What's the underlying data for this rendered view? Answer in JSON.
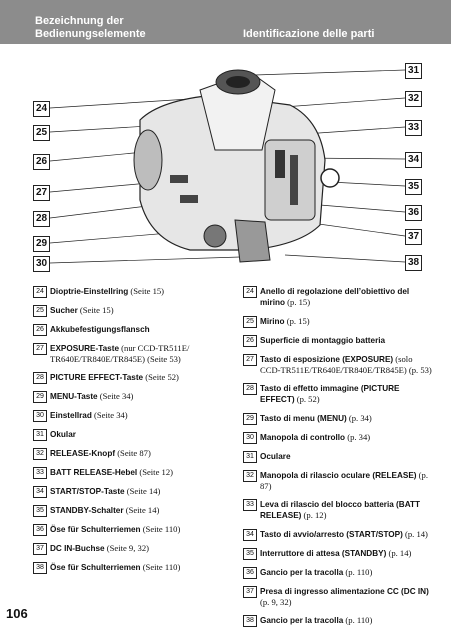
{
  "header": {
    "left_line1": "Bezeichnung der",
    "left_line2": "Bedienungselemente",
    "right": "Identificazione delle parti"
  },
  "figure": {
    "callouts_left": [
      "24",
      "25",
      "26",
      "27",
      "28",
      "29",
      "30"
    ],
    "callouts_right": [
      "31",
      "32",
      "33",
      "34",
      "35",
      "36",
      "37",
      "38"
    ]
  },
  "left_items": [
    {
      "n": "24",
      "bold": "Dioptrie-Einstellring",
      "rest": " (Seite 15)"
    },
    {
      "n": "25",
      "bold": "Sucher",
      "rest": " (Seite 15)"
    },
    {
      "n": "26",
      "bold": "Akkubefestigungsflansch",
      "rest": ""
    },
    {
      "n": "27",
      "bold": "EXPOSURE-Taste",
      "rest": " (nur CCD-TR511E/ TR640E/TR840E/TR845E) (Seite 53)"
    },
    {
      "n": "28",
      "bold": "PICTURE EFFECT-Taste",
      "rest": " (Seite 52)"
    },
    {
      "n": "29",
      "bold": "MENU-Taste",
      "rest": " (Seite 34)"
    },
    {
      "n": "30",
      "bold": "Einstellrad",
      "rest": " (Seite 34)"
    },
    {
      "n": "31",
      "bold": "Okular",
      "rest": ""
    },
    {
      "n": "32",
      "bold": "RELEASE-Knopf",
      "rest": " (Seite 87)"
    },
    {
      "n": "33",
      "bold": "BATT RELEASE-Hebel",
      "rest": " (Seite 12)"
    },
    {
      "n": "34",
      "bold": "START/STOP-Taste",
      "rest": " (Seite 14)"
    },
    {
      "n": "35",
      "bold": "STANDBY-Schalter",
      "rest": " (Seite 14)"
    },
    {
      "n": "36",
      "bold": "Öse für Schulterriemen",
      "rest": " (Seite 110)"
    },
    {
      "n": "37",
      "bold": "DC IN-Buchse",
      "rest": " (Seite 9, 32)"
    },
    {
      "n": "38",
      "bold": "Öse für Schulterriemen",
      "rest": " (Seite 110)"
    }
  ],
  "right_items": [
    {
      "n": "24",
      "bold": "Anello di regolazione dell’obiettivo del mirino",
      "rest": " (p. 15)"
    },
    {
      "n": "25",
      "bold": "Mirino",
      "rest": " (p. 15)"
    },
    {
      "n": "26",
      "bold": "Superficie di montaggio batteria",
      "rest": ""
    },
    {
      "n": "27",
      "bold": "Tasto di esposizione (EXPOSURE)",
      "rest": " (solo CCD-TR511E/TR640E/TR840E/TR845E) (p. 53)"
    },
    {
      "n": "28",
      "bold": "Tasto di effetto immagine (PICTURE EFFECT)",
      "rest": " (p. 52)"
    },
    {
      "n": "29",
      "bold": "Tasto di menu (MENU)",
      "rest": " (p. 34)"
    },
    {
      "n": "30",
      "bold": "Manopola di controllo",
      "rest": " (p. 34)"
    },
    {
      "n": "31",
      "bold": "Oculare",
      "rest": ""
    },
    {
      "n": "32",
      "bold": "Manopola di rilascio oculare (RELEASE)",
      "rest": " (p. 87)"
    },
    {
      "n": "33",
      "bold": "Leva di rilascio del blocco batteria (BATT RELEASE)",
      "rest": " (p. 12)"
    },
    {
      "n": "34",
      "bold": "Tasto di avvio/arresto (START/STOP)",
      "rest": " (p. 14)"
    },
    {
      "n": "35",
      "bold": "Interruttore di attesa (STANDBY)",
      "rest": " (p. 14)"
    },
    {
      "n": "36",
      "bold": "Gancio per la tracolla",
      "rest": " (p. 110)"
    },
    {
      "n": "37",
      "bold": "Presa di ingresso alimentazione CC (DC IN)",
      "rest": " (p. 9, 32)"
    },
    {
      "n": "38",
      "bold": "Gancio per la tracolla",
      "rest": " (p. 110)"
    }
  ],
  "page_number": "106"
}
